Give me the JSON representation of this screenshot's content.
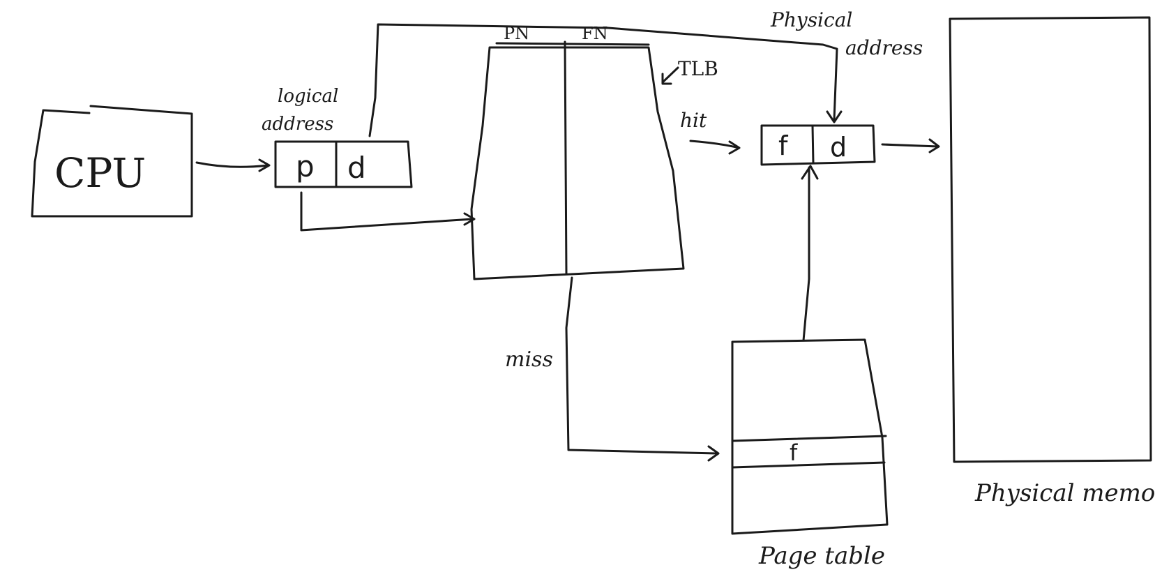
{
  "diagram": {
    "cpu": "CPU",
    "logical_address_line1": "logical",
    "logical_address_line2": "address",
    "logical_p": "p",
    "logical_d": "d",
    "tlb_col_pn": "PN",
    "tlb_col_fn": "FN",
    "tlb_label": "TLB",
    "hit": "hit",
    "miss": "miss",
    "physical_address_line1": "Physical",
    "physical_address_line2": "address",
    "physical_f": "f",
    "physical_d": "d",
    "page_table_entry": "f",
    "page_table": "Page table",
    "physical_memory": "Physical memory"
  }
}
